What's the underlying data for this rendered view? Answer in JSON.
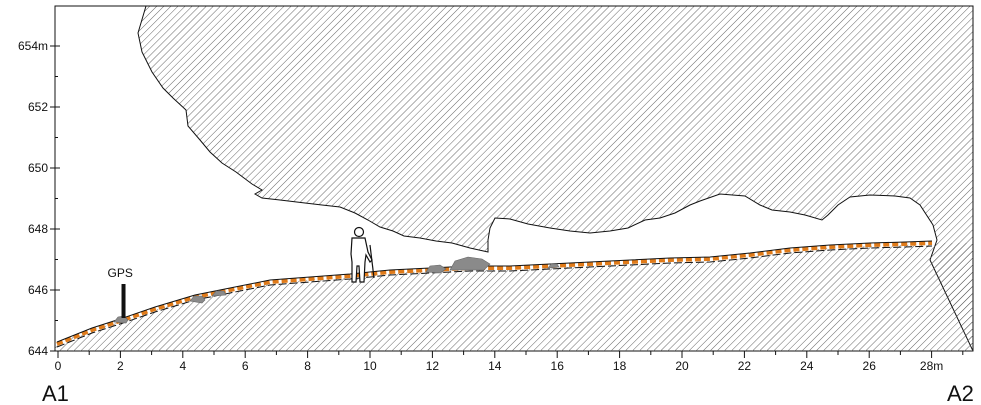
{
  "profile": {
    "y_axis": {
      "tick_labels": [
        "654m",
        "652",
        "650",
        "648",
        "646",
        "644"
      ],
      "values": [
        654,
        652,
        650,
        648,
        646,
        644
      ],
      "range": [
        644,
        655
      ]
    },
    "x_axis": {
      "tick_labels": [
        "0",
        "2",
        "4",
        "6",
        "8",
        "10",
        "12",
        "14",
        "16",
        "18",
        "20",
        "22",
        "24",
        "26",
        "28m"
      ],
      "values": [
        0,
        2,
        4,
        6,
        8,
        10,
        12,
        14,
        16,
        18,
        20,
        22,
        24,
        26,
        28
      ],
      "range": [
        0,
        29.5
      ]
    },
    "gps_marker": {
      "label": "GPS",
      "x": 2.1
    },
    "endpoints": {
      "left": "A1",
      "right": "A2"
    },
    "colors": {
      "line": "#111111",
      "hatch": "#555555",
      "sediment": "#e07b1a",
      "boulder": "#8a8a8a"
    }
  }
}
